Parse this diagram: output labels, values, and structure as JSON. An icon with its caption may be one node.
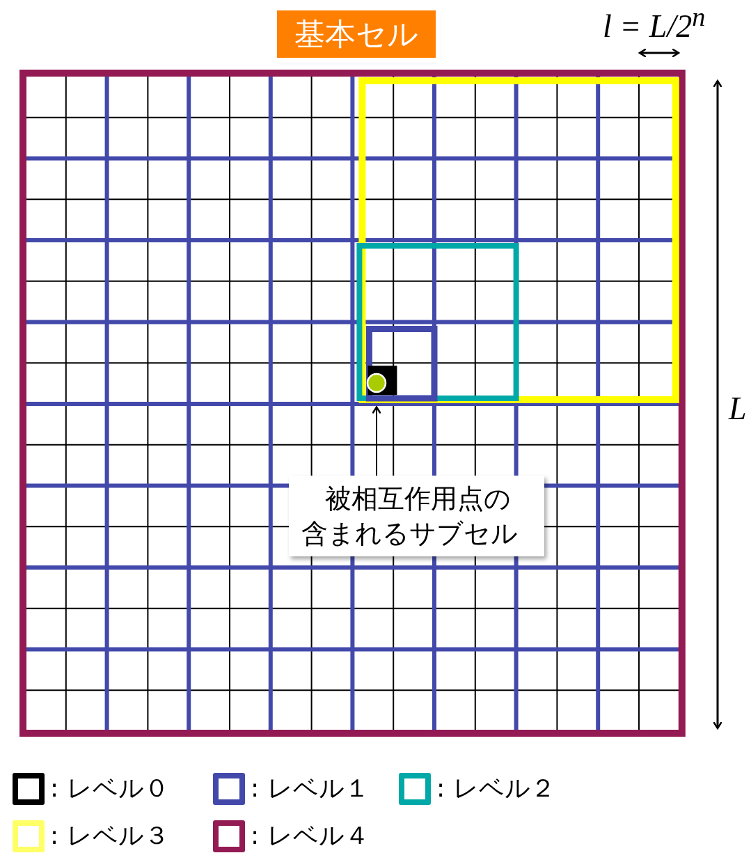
{
  "diagram": {
    "nodes": [
      {
        "text": [
          "基本セル"
        ]
      },
      {
        "text": [],
        "shape": "circle"
      },
      {
        "text": [
          "被相互作用点の含まれるサブセル"
        ]
      }
    ],
    "edges": [
      {
        "from": 2,
        "to": 1,
        "arrow": "to"
      }
    ],
    "labels": [
      "l = L/2$^{n}$",
      "L"
    ],
    "legend": [
      {
        "text": ": レベル０",
        "color": "#000000"
      },
      {
        "text": ": レベル１",
        "color": "#4349aa"
      },
      {
        "text": ": レベル２",
        "color": "#00a8a8"
      },
      {
        "text": ": レベル３",
        "color": "#ffff66"
      },
      {
        "text": ": レベル４",
        "color": "#931a52"
      }
    ]
  }
}
